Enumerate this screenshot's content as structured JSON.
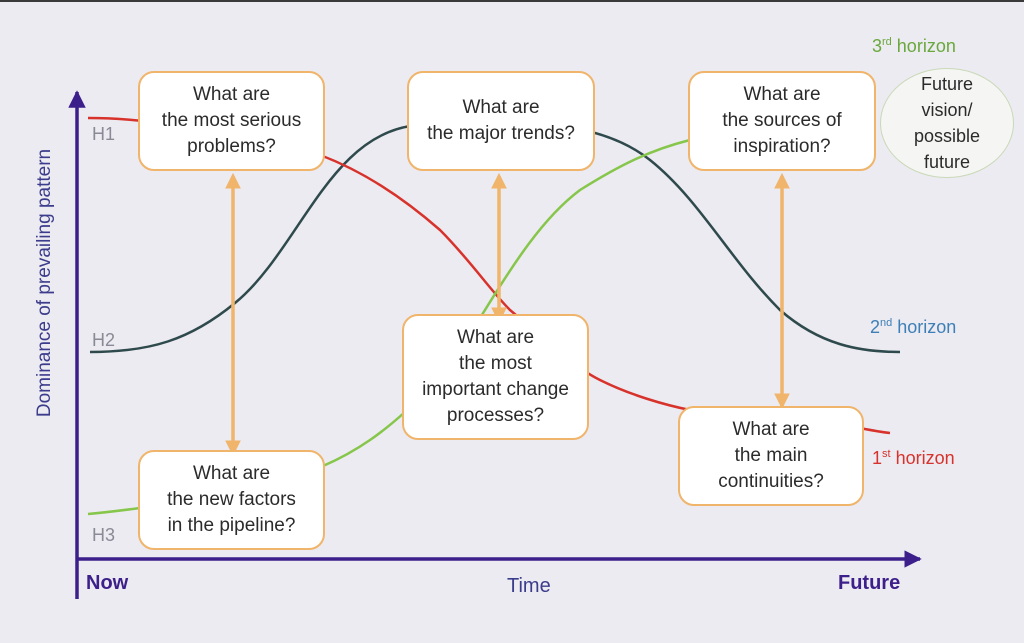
{
  "axes": {
    "y_label": "Dominance of prevailing pattern",
    "x_label": "Time",
    "x_start": "Now",
    "x_end": "Future"
  },
  "horizon_markers": {
    "h1": "H1",
    "h2": "H2",
    "h3": "H3"
  },
  "series_labels": {
    "first": {
      "num": "1",
      "sup": "st",
      "text": " horizon",
      "color": "#d7322b"
    },
    "second": {
      "num": "2",
      "sup": "nd",
      "text": " horizon",
      "color": "#3d7fb6"
    },
    "third": {
      "num": "3",
      "sup": "rd",
      "text": " horizon",
      "color": "#6aa83d"
    }
  },
  "future_bubble": "Future\nvision/\npossible\nfuture",
  "questions": {
    "serious_problems": "What are\nthe most serious\nproblems?",
    "major_trends": "What are\nthe major trends?",
    "sources_inspiration": "What are\nthe sources of\ninspiration?",
    "change_processes": "What are\nthe most\nimportant change\nprocesses?",
    "new_factors": "What are\nthe new factors\nin the pipeline?",
    "main_continuities": "What are\nthe main\ncontinuities?"
  },
  "colors": {
    "h1_curve": "#d7322b",
    "h2_curve": "#2e4a4c",
    "h3_curve": "#86c64a",
    "axis": "#3c1f8a",
    "arrow": "#f0b46a"
  }
}
